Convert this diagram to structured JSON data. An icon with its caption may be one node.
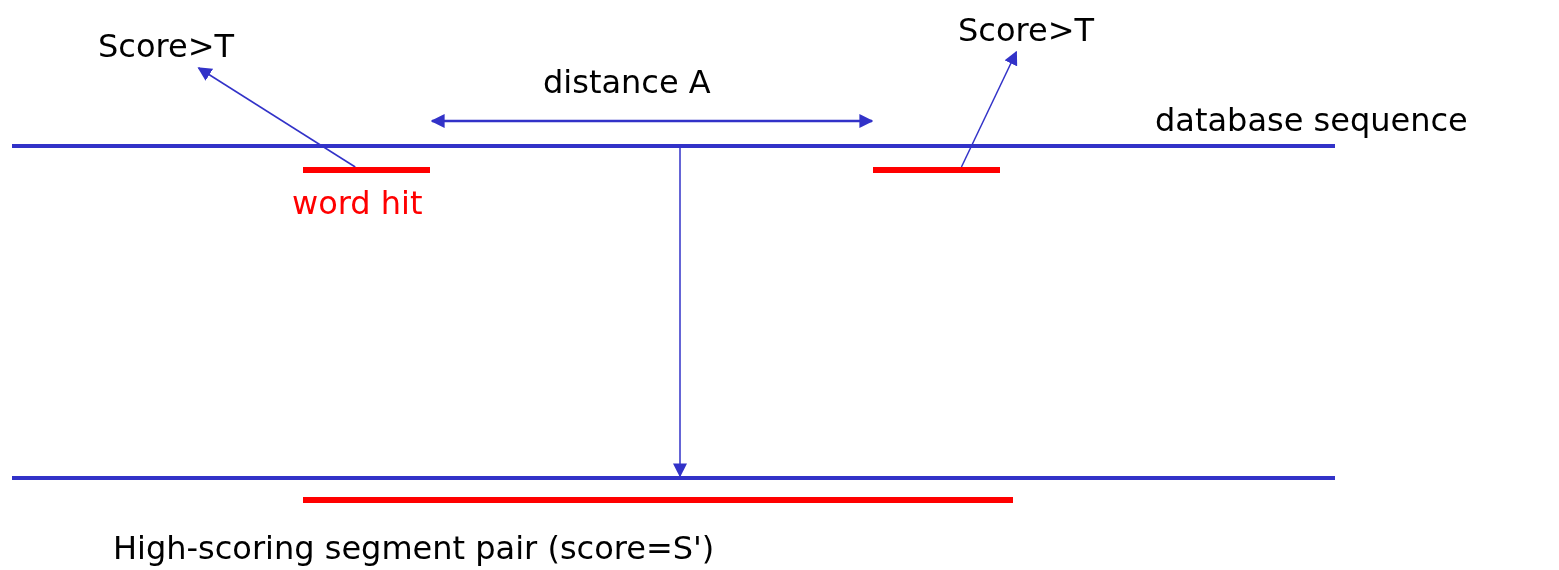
{
  "diagram": {
    "nodes": [
      {
        "text": [
          "Score>T"
        ]
      },
      {
        "text": [
          "Score>T"
        ]
      },
      {
        "text": [],
        "shape": "bar",
        "beside": [
          "database sequence"
        ]
      },
      {
        "text": [],
        "shape": "bar",
        "beside": [
          "word hit"
        ]
      },
      {
        "text": [],
        "shape": "bar"
      },
      {
        "text": [],
        "shape": "bar"
      },
      {
        "text": [],
        "shape": "bar",
        "beside": [
          "High-scoring segment pair (score=S')"
        ]
      }
    ],
    "edges": [
      {
        "from": 3,
        "to": 0,
        "arrow": "to"
      },
      {
        "from": 4,
        "to": 1,
        "arrow": "to"
      },
      {
        "from": 2,
        "to": 5,
        "arrow": "to"
      }
    ],
    "labels": [
      "distance A"
    ]
  }
}
